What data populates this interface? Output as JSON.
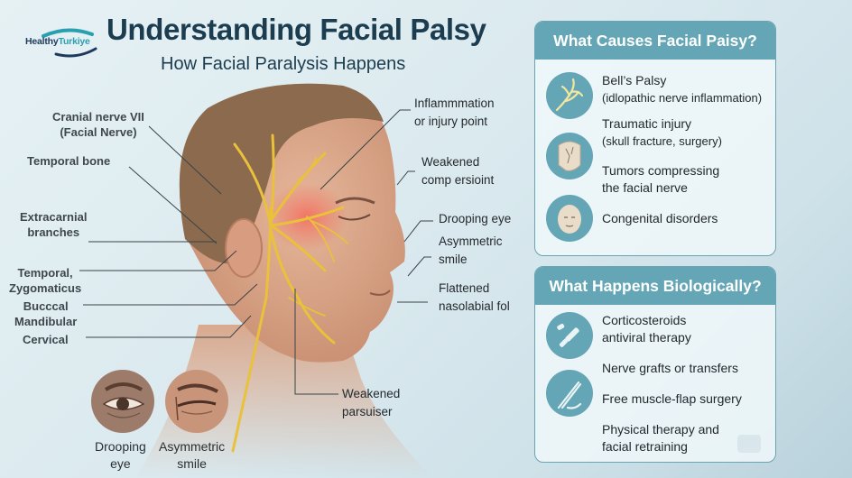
{
  "logo": {
    "word1": "Healthy",
    "word2": "Turkiye"
  },
  "header": {
    "title": "Understanding Facial Palsy",
    "subtitle": "How Facial Paralysis Happens"
  },
  "left_labels": [
    {
      "line1": "Cranial nerve VII",
      "line2": "(Facial Nerve)"
    },
    {
      "line1": "Temporal bone"
    },
    {
      "line1": "Extracarnial",
      "line2": "branches"
    },
    {
      "line1": "Temporal,",
      "line2": "Zygomaticus"
    },
    {
      "line1": "Bucccal",
      "line2": "Mandibular"
    },
    {
      "line1": "Cervical"
    }
  ],
  "right_labels": [
    {
      "line1": "Inflammmation",
      "line2": "or injury point"
    },
    {
      "line1": "Weakened",
      "line2": "comp ersioint"
    },
    {
      "line1": "Drooping eye"
    },
    {
      "line1": "Asymmetric",
      "line2": "smile"
    },
    {
      "line1": "Flattened",
      "line2": "nasolabial  fol"
    },
    {
      "line1": "Weakened",
      "line2": "parsuiser"
    }
  ],
  "bottom_icons": [
    {
      "label1": "Drooping",
      "label2": "eye",
      "icon": "drooping-eye-icon",
      "color": "#9c7b6b"
    },
    {
      "label1": "Asymmetric",
      "label2": "smile",
      "icon": "asymmetric-smile-icon",
      "color": "#c8947a"
    }
  ],
  "causes_panel": {
    "title": "What Causes Facial Paisy?",
    "items": [
      {
        "main": "Bell’s Palsy",
        "sub": "(idlopathic nerve inflammation)",
        "icon": "nerve-icon"
      },
      {
        "main": "Traumatic injury",
        "sub": "(skull fracture, surgery)",
        "icon": "skull-fracture-icon"
      },
      {
        "main": "Tumors compressing",
        "sub": "the facial nerve"
      },
      {
        "main": "Congenital disorders",
        "icon": "face-icon"
      }
    ]
  },
  "bio_panel": {
    "title": "What Happens Biologically?",
    "items": [
      {
        "main": "Corticosteroids",
        "sub": "antiviral therapy",
        "icon": "pills-icon"
      },
      {
        "main": "Nerve grafts or transfers"
      },
      {
        "main": "Free muscle-flap surgery",
        "icon": "scalpel-icon"
      },
      {
        "main": "Physical therapy and",
        "sub": "facial retraining"
      }
    ]
  },
  "colors": {
    "title": "#1c3d4f",
    "panel_header": "#64a6b5",
    "nerve": "#e9c13a",
    "inflammation": "#f07a6a",
    "skin": "#d7a287",
    "hair": "#8b6a4e"
  }
}
